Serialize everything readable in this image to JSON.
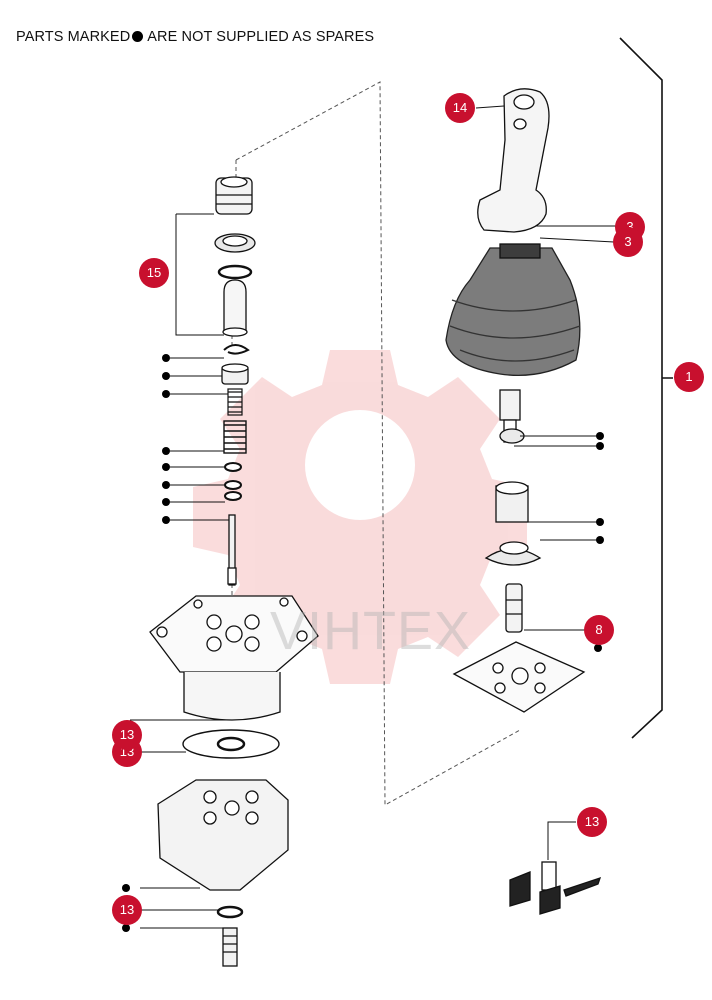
{
  "note": {
    "prefix": "PARTS MARKED",
    "suffix": "ARE NOT SUPPLIED AS SPARES"
  },
  "watermark": {
    "text": "VIHTEX",
    "color": "#e33b3b"
  },
  "callout_color": "#c8102e",
  "callouts": {
    "c14": "14",
    "c3a": "3",
    "c3b": "3",
    "c15": "15",
    "c1": "1",
    "c8": "8",
    "c13a": "13",
    "c13b": "13",
    "c13c": "13",
    "c13d": "13"
  }
}
